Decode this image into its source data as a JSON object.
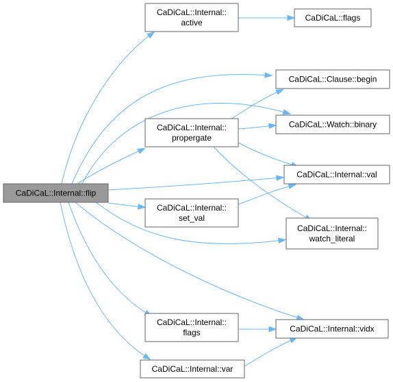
{
  "colors": {
    "edge": "#63b8ff",
    "node_border": "#666666",
    "node_fill": "#ffffff",
    "root_fill": "#999999"
  },
  "nodes": {
    "flip": [
      "CaDiCaL::Internal::flip"
    ],
    "active": [
      "CaDiCaL::Internal::",
      "active"
    ],
    "flags_cadical": [
      "CaDiCaL::flags"
    ],
    "clause_begin": [
      "CaDiCaL::Clause::begin"
    ],
    "propergate": [
      "CaDiCaL::Internal::",
      "propergate"
    ],
    "watch_binary": [
      "CaDiCaL::Watch::binary"
    ],
    "val": [
      "CaDiCaL::Internal::val"
    ],
    "set_val": [
      "CaDiCaL::Internal::",
      "set_val"
    ],
    "watch_literal": [
      "CaDiCaL::Internal::",
      "watch_literal"
    ],
    "internal_flags": [
      "CaDiCaL::Internal::",
      "flags"
    ],
    "vidx": [
      "CaDiCaL::Internal::vidx"
    ],
    "var": [
      "CaDiCaL::Internal::var"
    ]
  },
  "edges": [
    [
      "flip",
      "active"
    ],
    [
      "flip",
      "clause_begin"
    ],
    [
      "flip",
      "propergate"
    ],
    [
      "flip",
      "watch_binary"
    ],
    [
      "flip",
      "val"
    ],
    [
      "flip",
      "set_val"
    ],
    [
      "flip",
      "watch_literal"
    ],
    [
      "flip",
      "internal_flags"
    ],
    [
      "flip",
      "vidx"
    ],
    [
      "flip",
      "var"
    ],
    [
      "active",
      "flags_cadical"
    ],
    [
      "propergate",
      "clause_begin"
    ],
    [
      "propergate",
      "watch_binary"
    ],
    [
      "propergate",
      "val"
    ],
    [
      "propergate",
      "watch_literal"
    ],
    [
      "set_val",
      "val"
    ],
    [
      "internal_flags",
      "vidx"
    ],
    [
      "var",
      "vidx"
    ]
  ]
}
